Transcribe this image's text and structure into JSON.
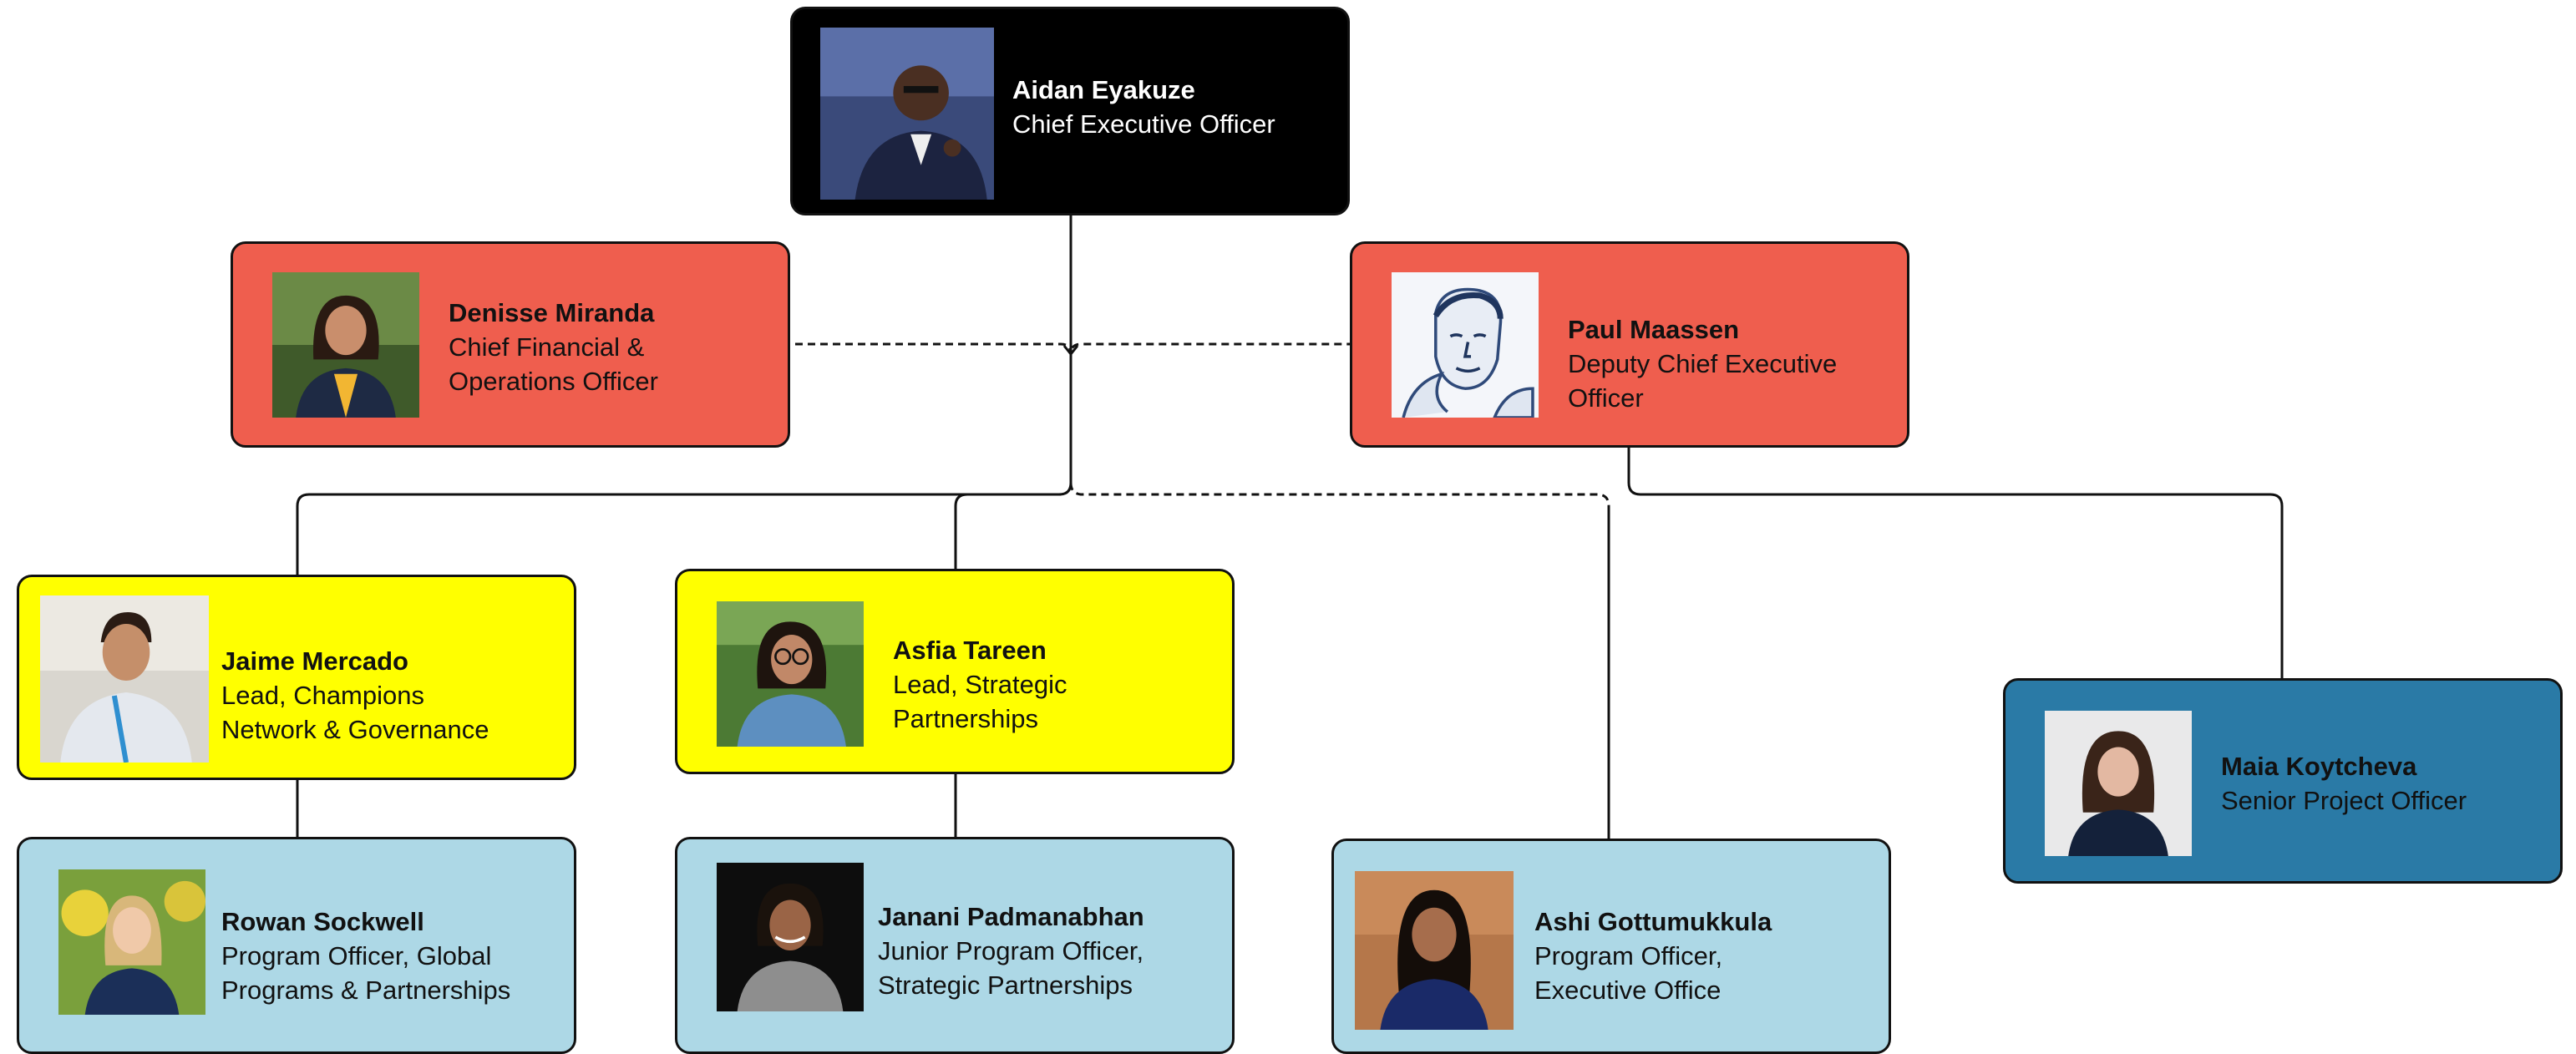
{
  "people": {
    "ceo": {
      "name": "Aidan Eyakuze",
      "title": "Chief Executive Officer",
      "icon": "person-photo-icon"
    },
    "cfo": {
      "name": "Denisse Miranda",
      "title_lines": [
        "Chief Financial &",
        "Operations Officer"
      ],
      "icon": "person-photo-icon"
    },
    "deputy": {
      "name": "Paul Maassen",
      "title_lines": [
        "Deputy Chief Executive",
        "Officer"
      ],
      "icon": "person-sketch-icon"
    },
    "jaime": {
      "name": "Jaime Mercado",
      "title_lines": [
        "Lead, Champions",
        "Network & Governance"
      ],
      "icon": "person-photo-icon"
    },
    "asfia": {
      "name": "Asfia Tareen",
      "title_lines": [
        "Lead, Strategic",
        "Partnerships"
      ],
      "icon": "person-photo-icon"
    },
    "maia": {
      "name": "Maia Koytcheva",
      "title": "Senior Project Officer",
      "icon": "person-photo-icon"
    },
    "rowan": {
      "name": "Rowan Sockwell",
      "title_lines": [
        "Program Officer, Global",
        "Programs & Partnerships"
      ],
      "icon": "person-photo-icon"
    },
    "janani": {
      "name": "Janani Padmanabhan",
      "title_lines": [
        "Junior Program Officer,",
        "Strategic Partnerships"
      ],
      "icon": "person-photo-icon"
    },
    "ashi": {
      "name": "Ashi Gottumukkula",
      "title_lines": [
        "Program Officer,",
        "Executive Office"
      ],
      "icon": "person-photo-icon"
    }
  },
  "colors": {
    "executive": "#000000",
    "senior_leadership": "#ef5e4e",
    "lead": "#ffff00",
    "officer": "#add8e6",
    "project": "#2a7aa6",
    "connector": "#111111"
  }
}
